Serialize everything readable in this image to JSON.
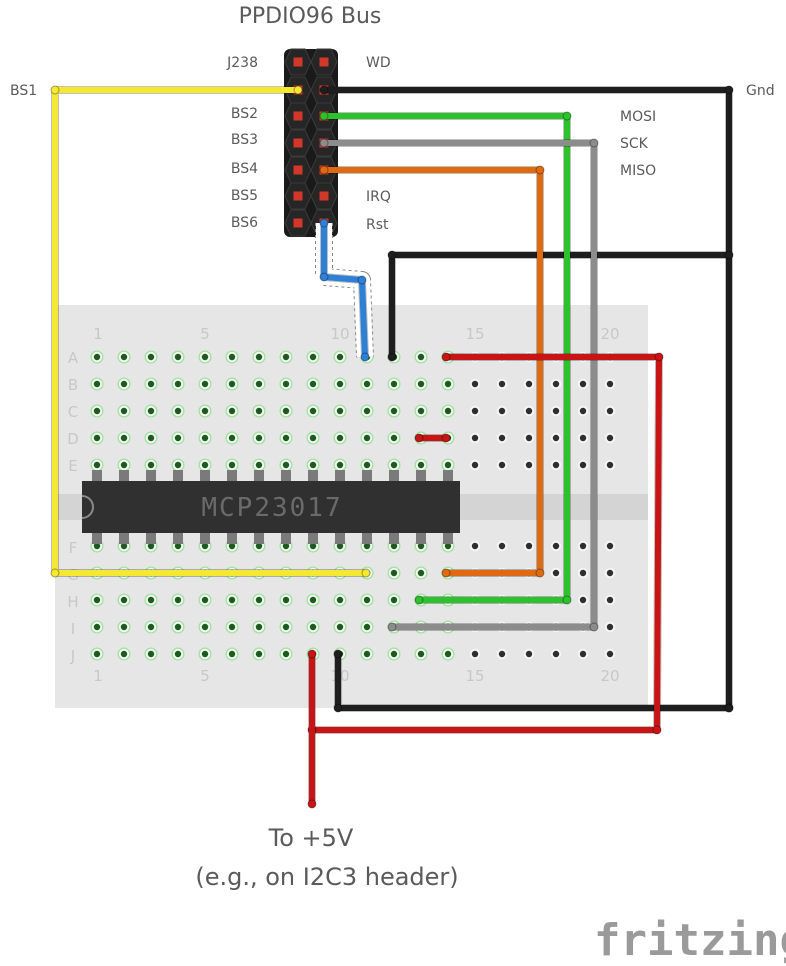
{
  "title": "PPDIO96 Bus",
  "header": {
    "left_labels": [
      "J238",
      "BS1",
      "BS2",
      "BS3",
      "BS4",
      "BS5",
      "BS6"
    ],
    "right_labels": [
      "WD",
      "Gnd",
      "MOSI",
      "SCK",
      "MISO",
      "IRQ",
      "Rst"
    ]
  },
  "breadboard": {
    "column_numbers": [
      "1",
      "5",
      "10",
      "15",
      "20"
    ],
    "row_letters_top": [
      "A",
      "B",
      "C",
      "D",
      "E"
    ],
    "row_letters_bottom": [
      "F",
      "G",
      "H",
      "I",
      "J"
    ]
  },
  "chip_label": "MCP23017",
  "caption": {
    "line1": "To +5V",
    "line2": "(e.g., on I2C3 header)"
  },
  "logo": "fritzing",
  "wire_colors": {
    "yellow": "#f5e832",
    "black": "#1e1e1e",
    "green": "#2bc22b",
    "gray": "#8c8c8c",
    "orange": "#e06a12",
    "blue": "#2e7fd6",
    "red": "#c81414"
  }
}
